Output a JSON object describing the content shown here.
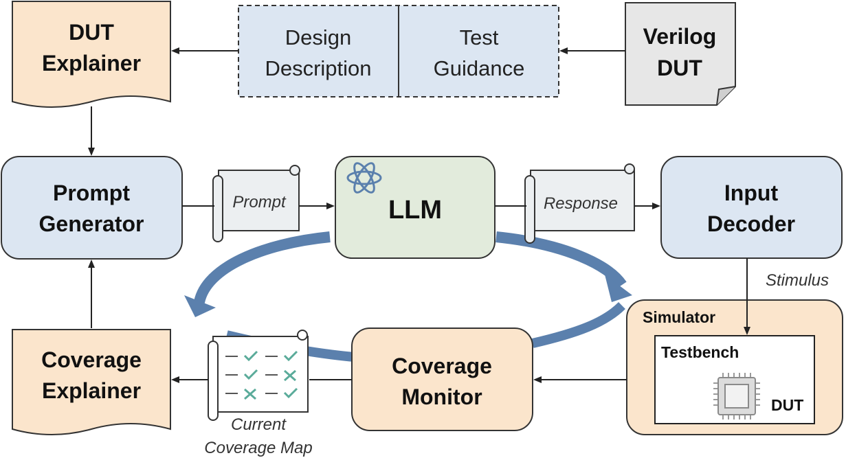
{
  "nodes": {
    "dut_explainer": [
      "DUT",
      "Explainer"
    ],
    "design_description": [
      "Design",
      "Description"
    ],
    "test_guidance": [
      "Test",
      "Guidance"
    ],
    "verilog_dut": [
      "Verilog",
      "DUT"
    ],
    "prompt_generator": [
      "Prompt",
      "Generator"
    ],
    "llm": "LLM",
    "input_decoder": [
      "Input",
      "Decoder"
    ],
    "simulator": "Simulator",
    "testbench": "Testbench",
    "dut_chip": "DUT",
    "coverage_monitor": [
      "Coverage",
      "Monitor"
    ],
    "coverage_explainer": [
      "Coverage",
      "Explainer"
    ]
  },
  "labels": {
    "prompt": "Prompt",
    "response": "Response",
    "stimulus": "Stimulus",
    "current_coverage_map": [
      "Current",
      "Coverage Map"
    ]
  },
  "colors": {
    "peach": "#fbe5cc",
    "blue_box": "#dce6f2",
    "green_box": "#e2ebdc",
    "gray_doc": "#e7e7e7",
    "cycle_arrow": "#5b80ad",
    "stroke": "#333333"
  }
}
